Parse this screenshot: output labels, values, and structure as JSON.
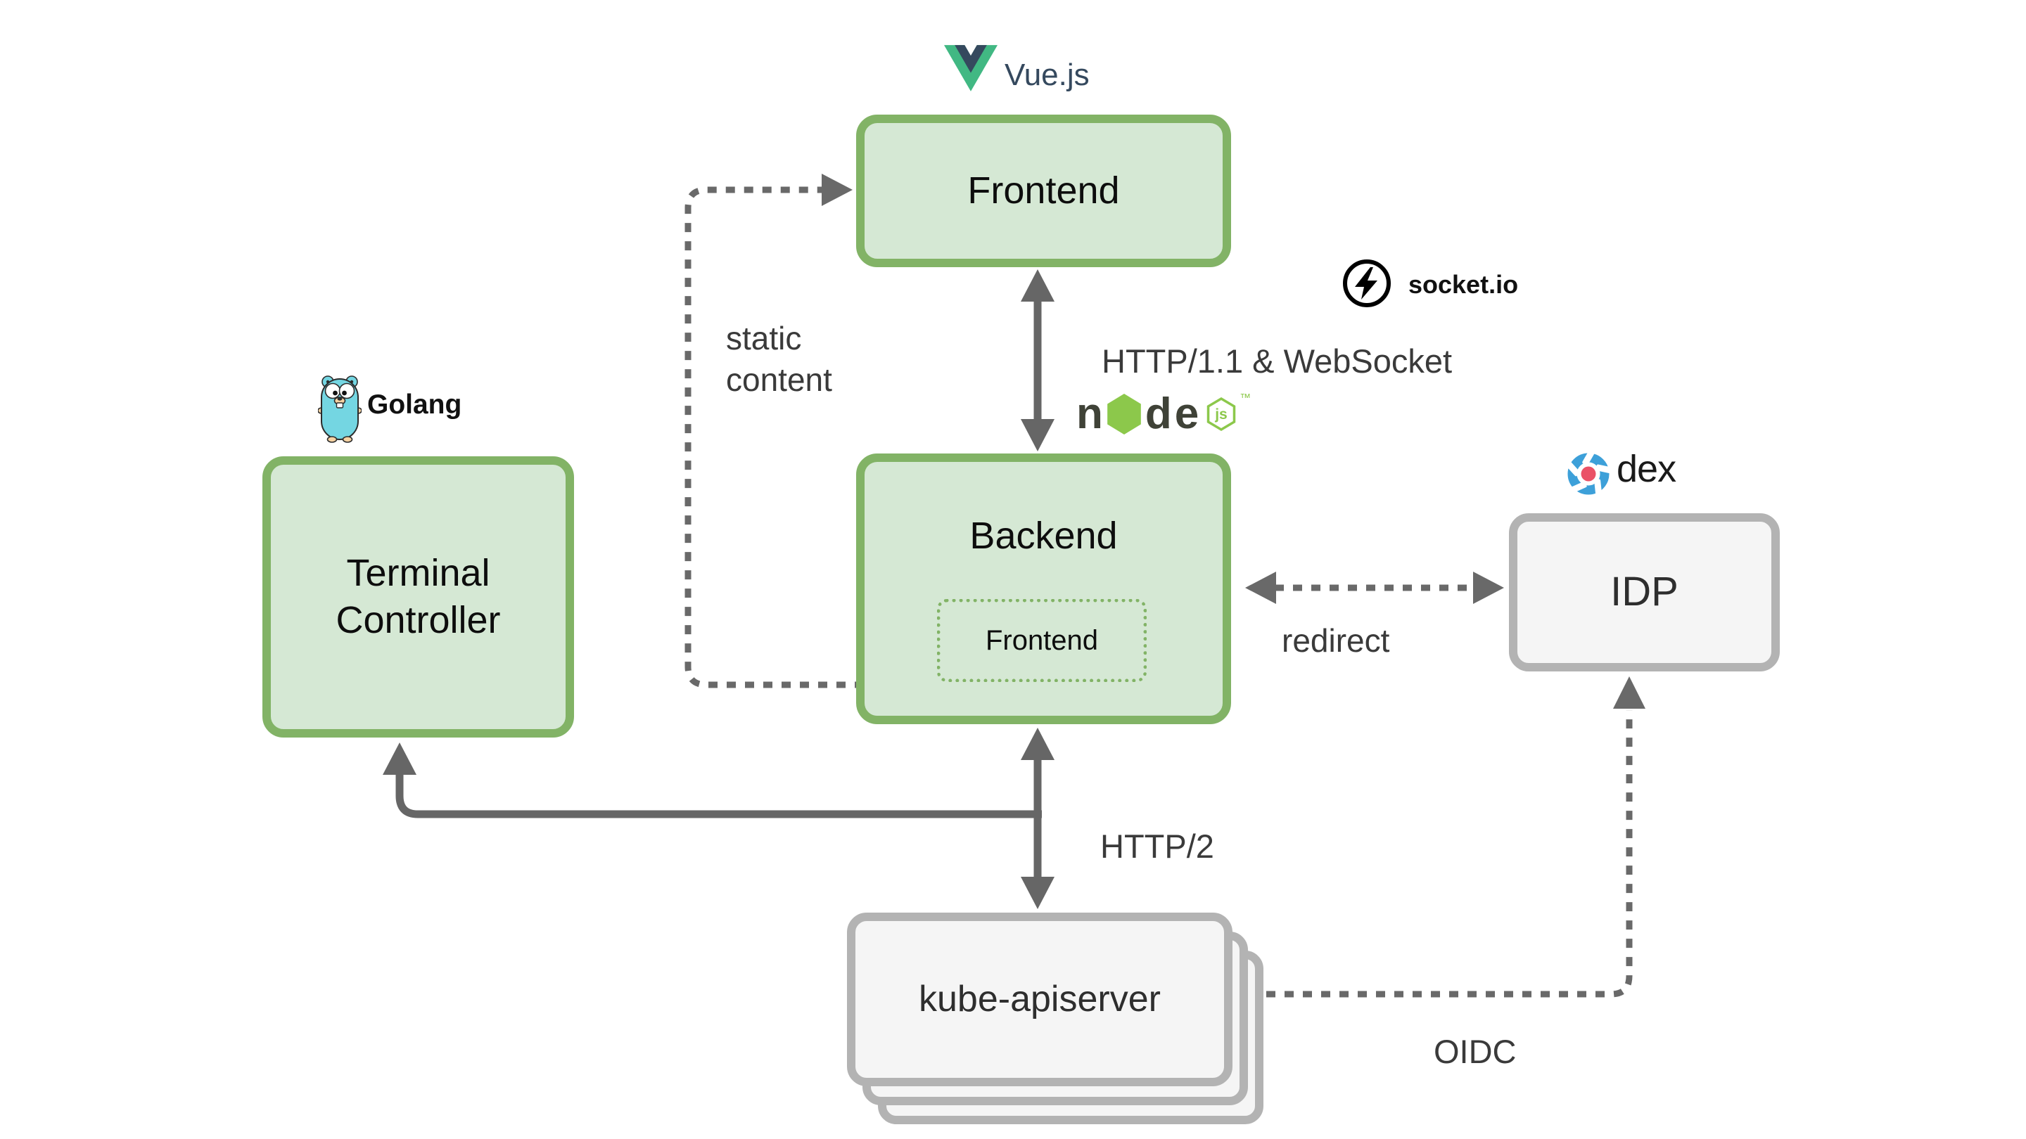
{
  "nodes": {
    "frontend": {
      "label": "Frontend"
    },
    "backend": {
      "label": "Backend"
    },
    "backend_inner_frontend": {
      "label": "Frontend"
    },
    "terminal_controller": {
      "label": "Terminal Controller"
    },
    "idp": {
      "label": "IDP"
    },
    "kube_apiserver": {
      "label": "kube-apiserver"
    }
  },
  "edges": {
    "static_content": {
      "label": "static content"
    },
    "http11_websocket": {
      "label": "HTTP/1.1 & WebSocket"
    },
    "redirect": {
      "label": "redirect"
    },
    "http2": {
      "label": "HTTP/2"
    },
    "oidc": {
      "label": "OIDC"
    }
  },
  "logos": {
    "vuejs": {
      "label": "Vue.js"
    },
    "socketio": {
      "label": "socket.io"
    },
    "nodejs": {
      "l1": "n",
      "l2": "d",
      "l3": "e",
      "js": "js",
      "tm": "™"
    },
    "golang": {
      "label": "Golang"
    },
    "dex": {
      "label": "dex"
    }
  },
  "colors": {
    "green_border": "#82b366",
    "green_fill": "#d5e8d4",
    "gray_border": "#b3b3b3",
    "gray_fill": "#f5f5f5",
    "arrow": "#666666",
    "vue_green": "#41b883",
    "vue_dark": "#35495e",
    "node_green": "#8cc84b",
    "node_dark": "#3f4237",
    "dex_blue": "#3da0d9",
    "dex_red": "#ea5267",
    "gopher_blue": "#74d6e2"
  }
}
